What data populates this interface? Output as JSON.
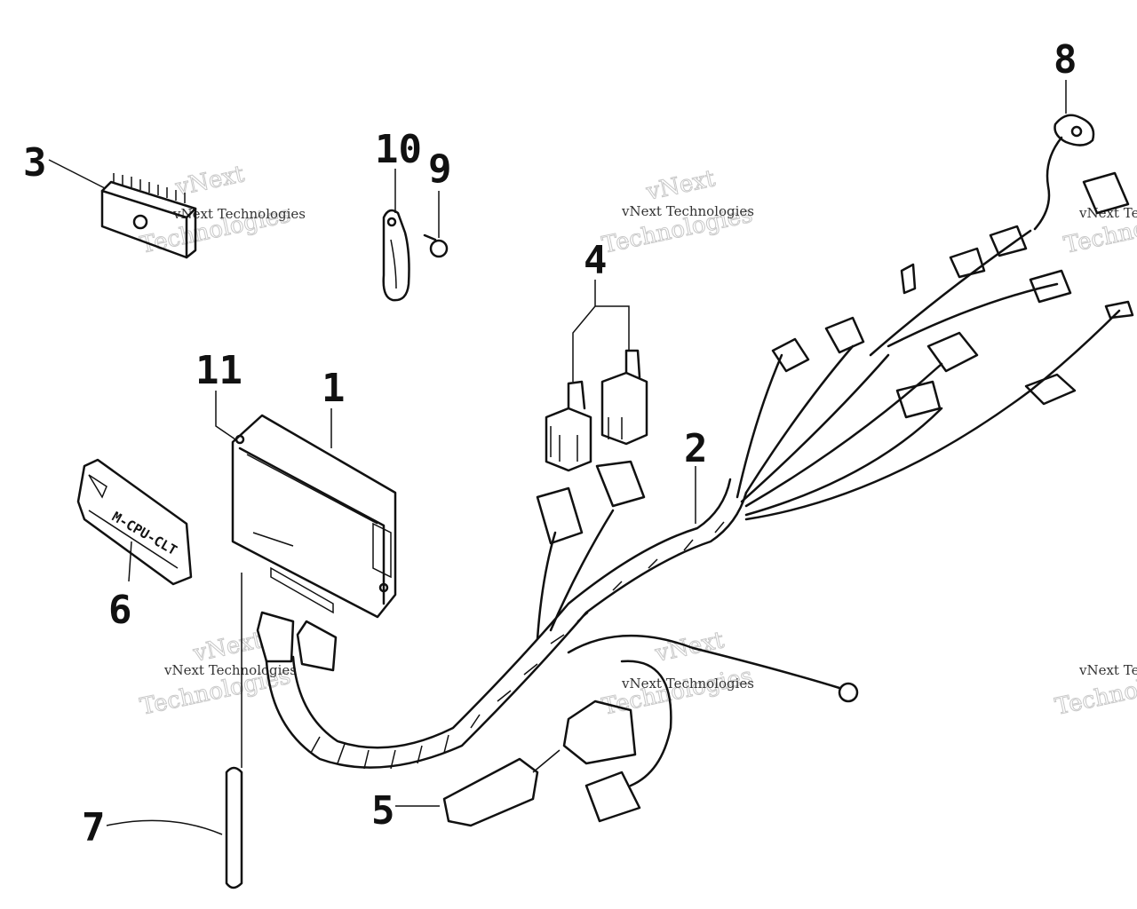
{
  "diagram": {
    "callouts": [
      {
        "id": "1",
        "label": "1"
      },
      {
        "id": "2",
        "label": "2"
      },
      {
        "id": "3",
        "label": "3"
      },
      {
        "id": "4",
        "label": "4"
      },
      {
        "id": "5",
        "label": "5"
      },
      {
        "id": "6",
        "label": "6"
      },
      {
        "id": "7",
        "label": "7"
      },
      {
        "id": "8",
        "label": "8"
      },
      {
        "id": "9",
        "label": "9"
      },
      {
        "id": "10",
        "label": "10"
      },
      {
        "id": "11",
        "label": "11"
      }
    ],
    "decal_text": "M-CPU-CLT",
    "watermark": {
      "small": "vNext Technologies",
      "big_line1": "vNext",
      "big_line2": "Technologies"
    },
    "colors": {
      "ink": "#111111",
      "watermark": "#c8c8c8",
      "background": "#ffffff"
    }
  }
}
